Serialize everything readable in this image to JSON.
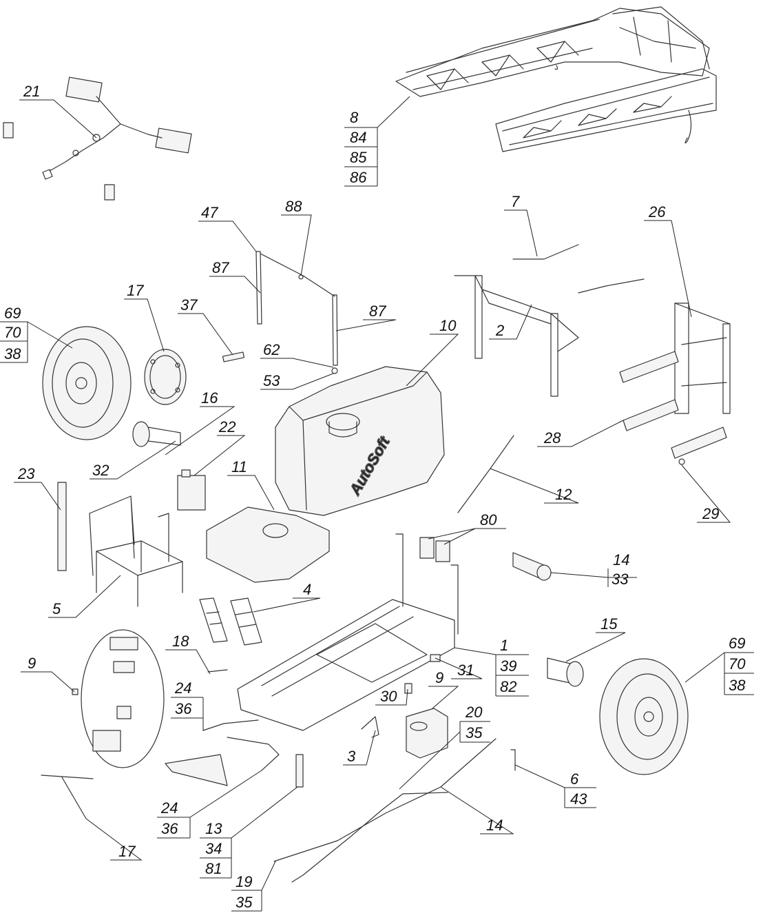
{
  "watermark": "AutoSoft",
  "callouts": {
    "c21": "21",
    "c8": "8",
    "c84": "84",
    "c85": "85",
    "c86": "86",
    "c47": "47",
    "c88": "88",
    "c87a": "87",
    "c87b": "87",
    "c37": "37",
    "c62": "62",
    "c53": "53",
    "c17a": "17",
    "c69a": "69",
    "c70a": "70",
    "c38a": "38",
    "c16": "16",
    "c32": "32",
    "c22": "22",
    "c11": "11",
    "c10": "10",
    "c7": "7",
    "c2": "2",
    "c26": "26",
    "c28": "28",
    "c29": "29",
    "c12": "12",
    "c80": "80",
    "c14a": "14",
    "c33": "33",
    "c23": "23",
    "c5": "5",
    "c4": "4",
    "c1": "1",
    "c39": "39",
    "c82": "82",
    "c31": "31",
    "c15": "15",
    "c69b": "69",
    "c70b": "70",
    "c38b": "38",
    "c9a": "9",
    "c18": "18",
    "c24a": "24",
    "c36a": "36",
    "c30": "30",
    "c9b": "9",
    "c20": "20",
    "c35a": "35",
    "c3": "3",
    "c6": "6",
    "c43": "43",
    "c24b": "24",
    "c36b": "36",
    "c13": "13",
    "c34": "34",
    "c81": "81",
    "c14b": "14",
    "c17b": "17",
    "c19": "19",
    "c35b": "35"
  }
}
